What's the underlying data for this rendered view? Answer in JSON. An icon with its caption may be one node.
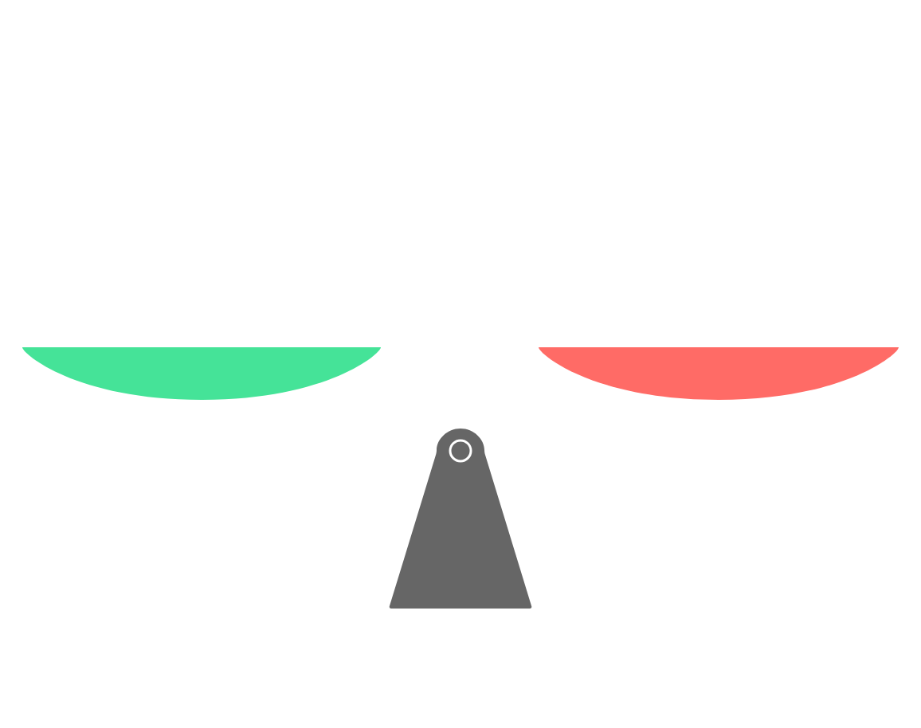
{
  "diagram": {
    "nodes": [
      {
        "text": [],
        "shape": "bowl"
      },
      {
        "text": [],
        "shape": "bowl"
      },
      {
        "text": [],
        "shape": "stand"
      }
    ]
  }
}
